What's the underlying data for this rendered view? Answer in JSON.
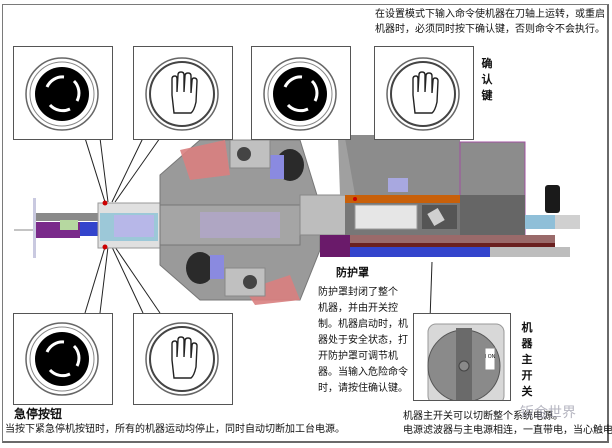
{
  "top_note": {
    "line1": "在设置模式下输入命令使机器在刀轴上运转，或重启",
    "line2": "机器时，必须同时按下确认键，否则命令不会执行。"
  },
  "confirm_key_label": [
    "确",
    "认",
    "键"
  ],
  "guard": {
    "title": "防护罩",
    "lines": [
      "防护罩封闭了整个",
      "机器，并由开关控",
      "制。机器启动时，机",
      "器处于安全状态，打",
      "开防护罩可调节机",
      "器。当输入危险命令",
      "时，请按住确认键。"
    ]
  },
  "main_switch": {
    "label": [
      "机",
      "器",
      "主",
      "开",
      "关"
    ],
    "on_label": "I ON",
    "desc_line1": "机器主开关可以切断整个系统电源。",
    "desc_line2": "电源滤波器与主电源相连，一直带电，当心触电!!"
  },
  "emergency": {
    "title": "急停按钮",
    "desc": "当按下紧急停机按钮时，所有的机器运动均停止，同时自动切断加工台电源。"
  },
  "watermark": "钣金世界",
  "icons": {
    "reset": "rotate-arrows-button",
    "stop": "hand-stop-button"
  },
  "colors": {
    "machine_gray": "#8c8c8c",
    "guard_red": "#d98080",
    "accent_blue": "#3344cc",
    "orange_rail": "#c8600a",
    "purple": "#7a2a8a"
  }
}
